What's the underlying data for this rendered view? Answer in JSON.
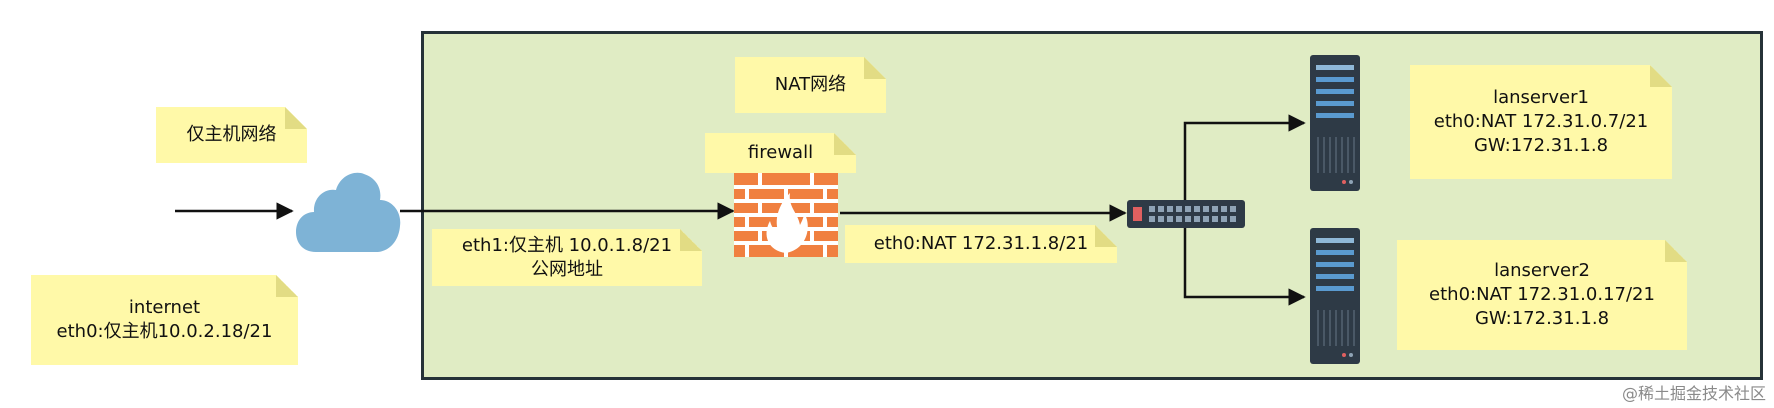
{
  "notes": {
    "nat_zone": "NAT网络",
    "host_only": "仅主机网络",
    "firewall": "firewall",
    "internet": [
      "internet",
      "eth0:仅主机10.0.2.18/21"
    ],
    "fw_eth1": [
      "eth1:仅主机 10.0.1.8/21",
      "公网地址"
    ],
    "fw_eth0": "eth0:NAT 172.31.1.8/21",
    "lanserver1": [
      "lanserver1",
      "eth0:NAT 172.31.0.7/21",
      "GW:172.31.1.8"
    ],
    "lanserver2": [
      "lanserver2",
      "eth0:NAT 172.31.0.17/21",
      "GW:172.31.1.8"
    ]
  },
  "icons": {
    "cloud": "cloud-icon",
    "firewall": "firewall-icon",
    "switch": "network-switch-icon",
    "server": "server-icon"
  },
  "colors": {
    "zone_fill": "#e0ecc4",
    "note_fill": "#fff9a8",
    "cloud": "#7eb3d6",
    "firewall_brick": "#f08040",
    "server": "#2e3a46"
  },
  "watermark": "@稀土掘金技术社区"
}
